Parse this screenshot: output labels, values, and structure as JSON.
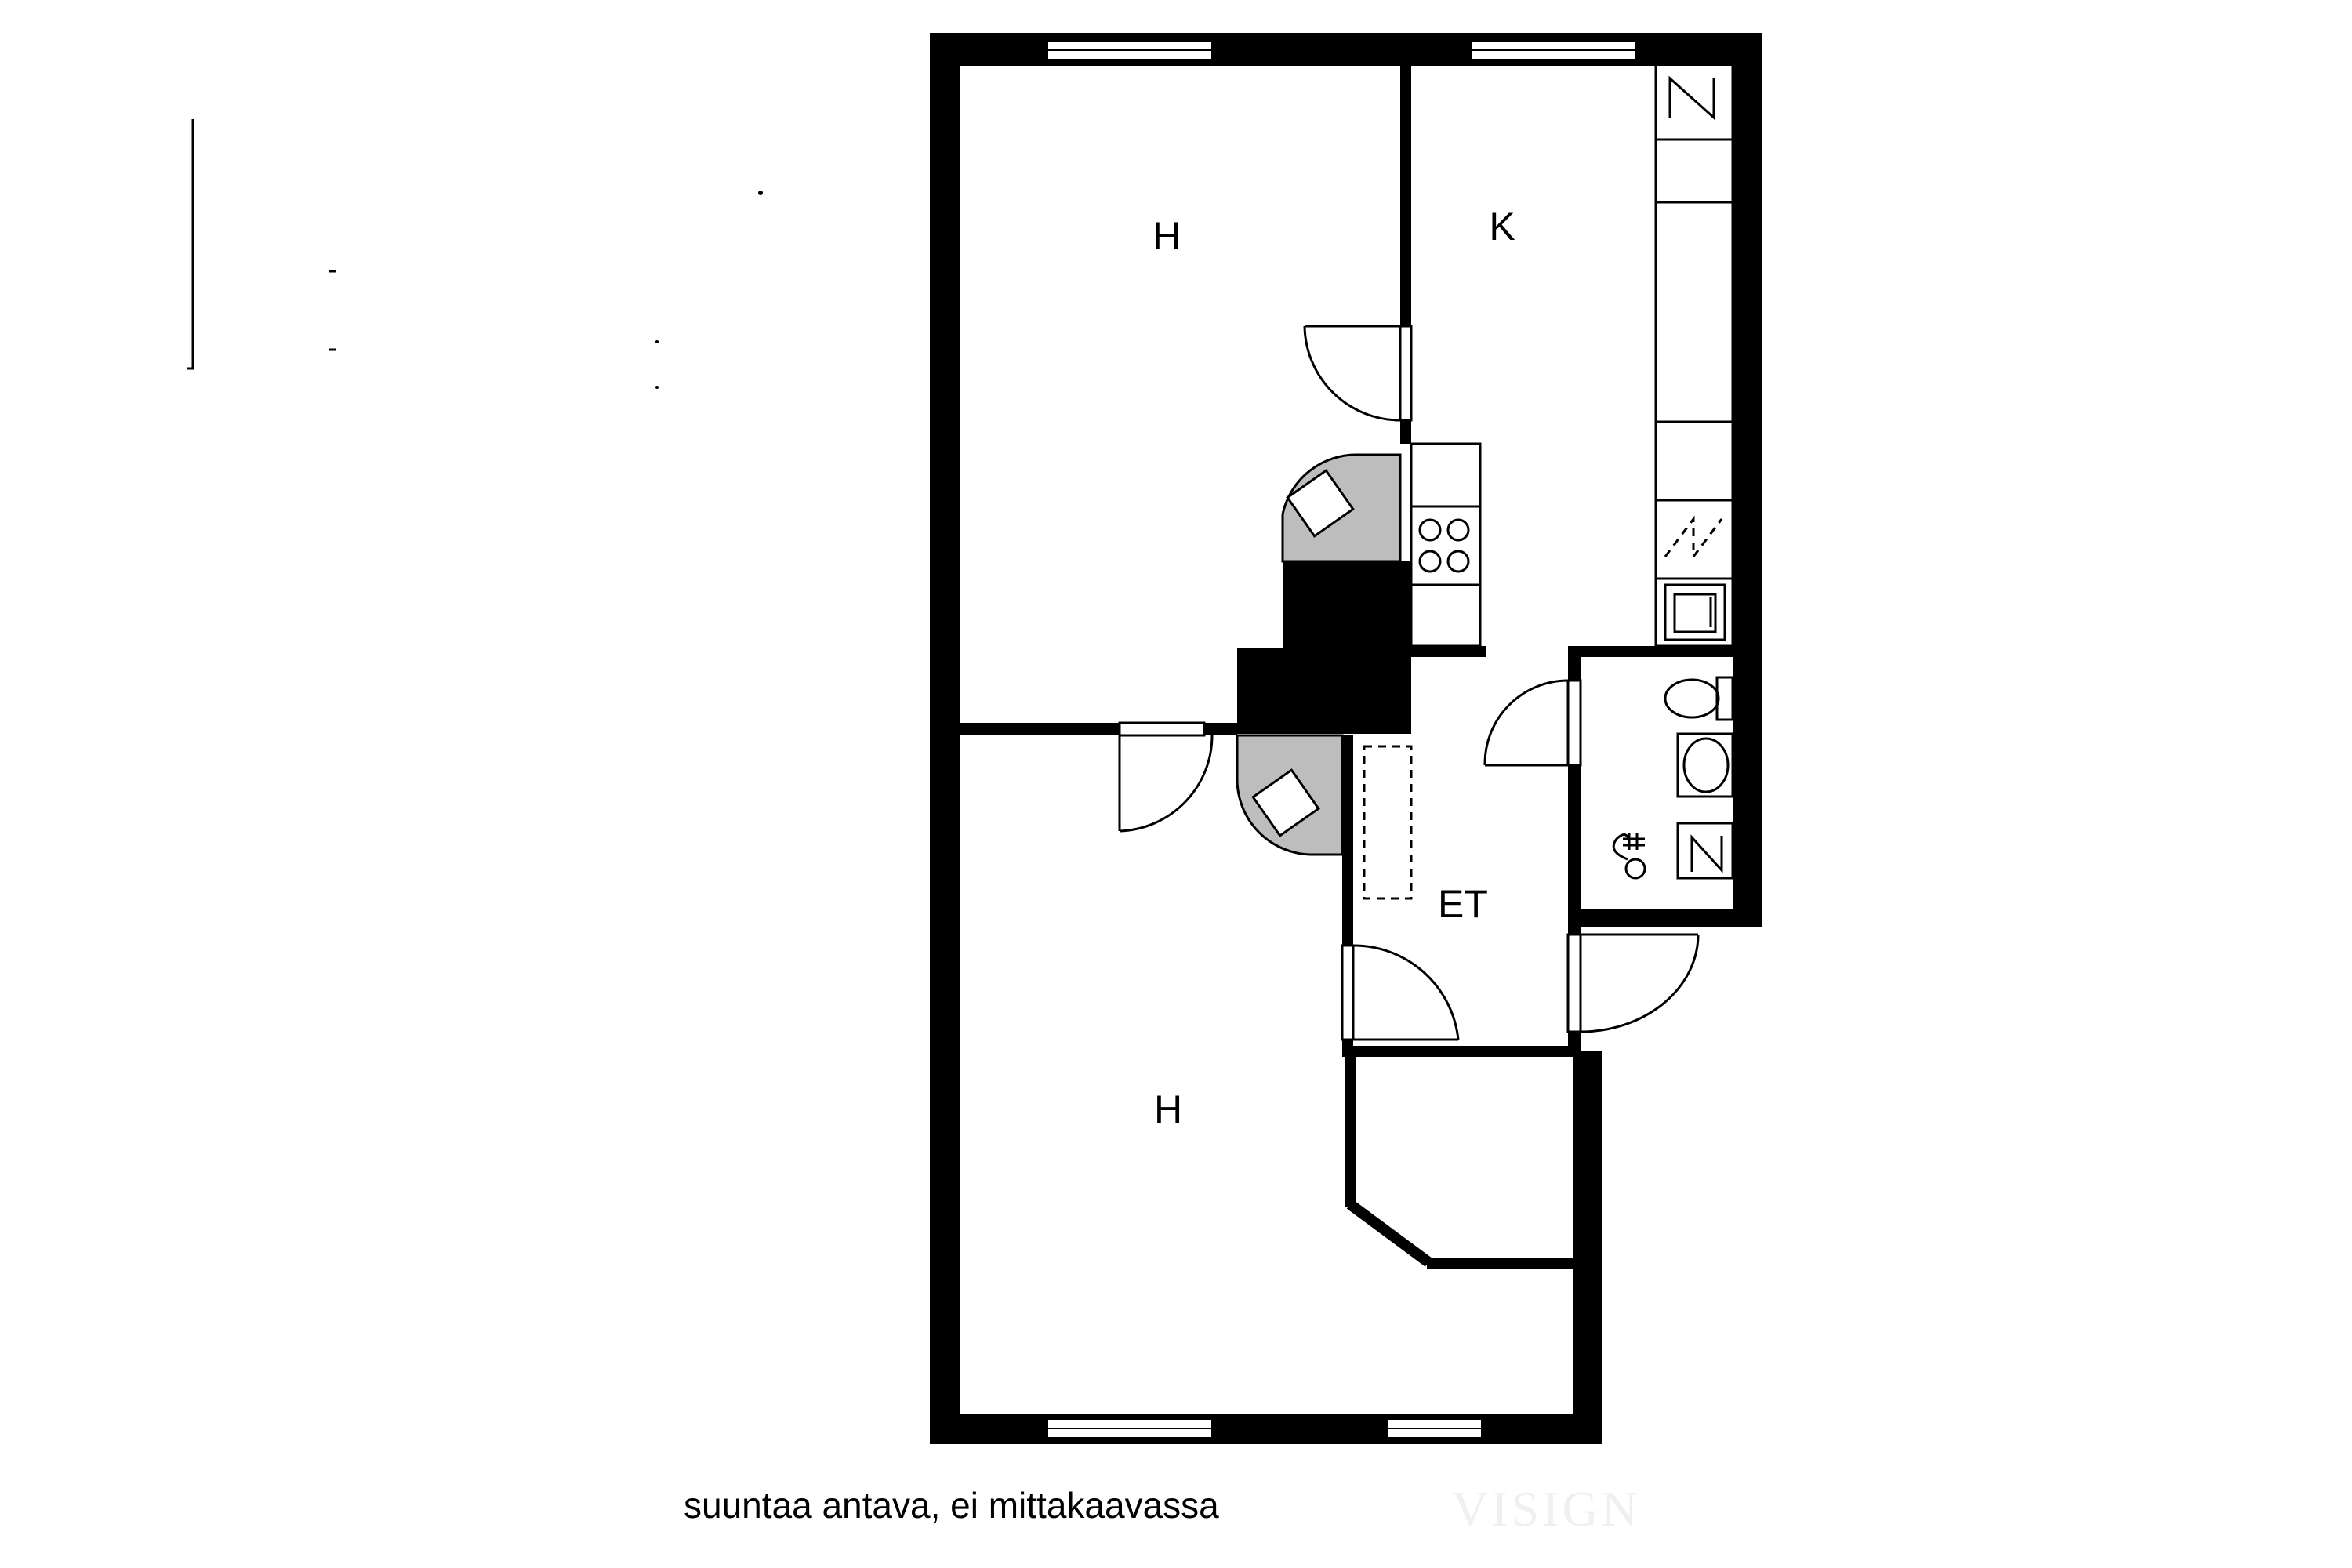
{
  "plan": {
    "rooms": [
      {
        "id": "bedroom-upper",
        "label": "H"
      },
      {
        "id": "kitchen",
        "label": "K"
      },
      {
        "id": "hall",
        "label": "ET"
      },
      {
        "id": "bedroom-lower",
        "label": "H"
      }
    ],
    "caption": "suuntaa antava, ei mittakaavassa",
    "watermark": "VISIGN"
  },
  "colors": {
    "wall": "#000000",
    "background": "#ffffff",
    "fixture_fill": "#bdbdbd",
    "watermark": "#f0f0f0"
  }
}
